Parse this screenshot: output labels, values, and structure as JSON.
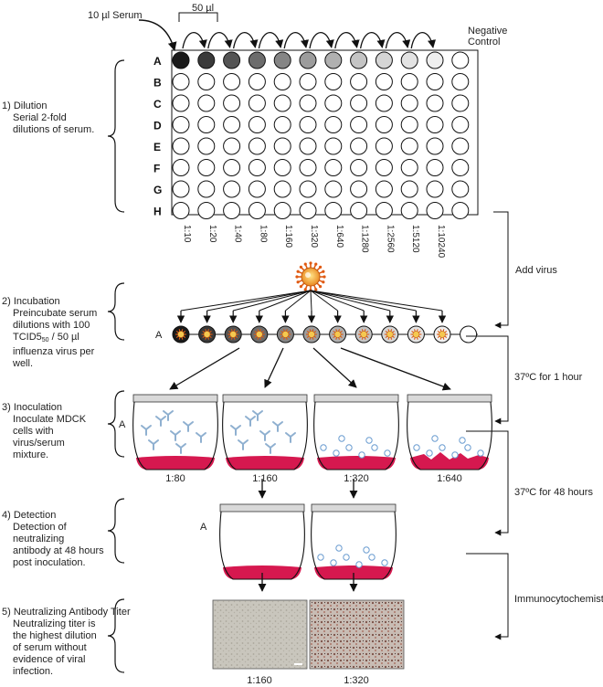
{
  "top": {
    "serum_label": "10 µl Serum",
    "transfer_label": "50 µl",
    "negative_control": "Negative\nControl"
  },
  "plate": {
    "rows": [
      "A",
      "B",
      "C",
      "D",
      "E",
      "F",
      "G",
      "H"
    ],
    "row_a_shades": [
      "#1a1a1a",
      "#3a3a3a",
      "#545454",
      "#6c6c6c",
      "#858585",
      "#9c9c9c",
      "#b0b0b0",
      "#c4c4c4",
      "#d5d5d5",
      "#e3e3e3",
      "#efefef",
      "#ffffff"
    ],
    "dilutions": [
      "1:10",
      "1:20",
      "1:40",
      "1:80",
      "1:160",
      "1:320",
      "1:640",
      "1:1280",
      "1:2560",
      "1:5120",
      "1:10240"
    ]
  },
  "steps": [
    {
      "title": "1) Dilution",
      "desc": "Serial 2-fold dilutions of serum."
    },
    {
      "title": "2) Incubation",
      "desc": "Preincubate serum dilutions with 100 TCID50 / 50 µl influenza virus per well."
    },
    {
      "title": "3) Inoculation",
      "desc": "Inoculate MDCK cells with virus/serum mixture."
    },
    {
      "title": "4) Detection",
      "desc": "Detection of neutralizing antibody at 48 hours post inoculation."
    },
    {
      "title": "5) Neutralizing Antibody Titer",
      "desc": "Neutralizing titer is the highest dilution of serum without evidence of viral infection."
    }
  ],
  "incubation_row_label": "A",
  "inoculation": {
    "row_label": "A",
    "wells": [
      "1:80",
      "1:160",
      "1:320",
      "1:640"
    ]
  },
  "detection": {
    "row_label": "A"
  },
  "titer": {
    "images": [
      "1:160",
      "1:320"
    ]
  },
  "right_labels": [
    "Add virus",
    "37ºC for 1 hour",
    "37ºC for 48 hours",
    "Immunocytochemistry"
  ],
  "colors": {
    "media": "#d6184f",
    "lid": "#d9d9d9",
    "cell": "#8fb0d0",
    "infected": "#6a9cd0"
  }
}
